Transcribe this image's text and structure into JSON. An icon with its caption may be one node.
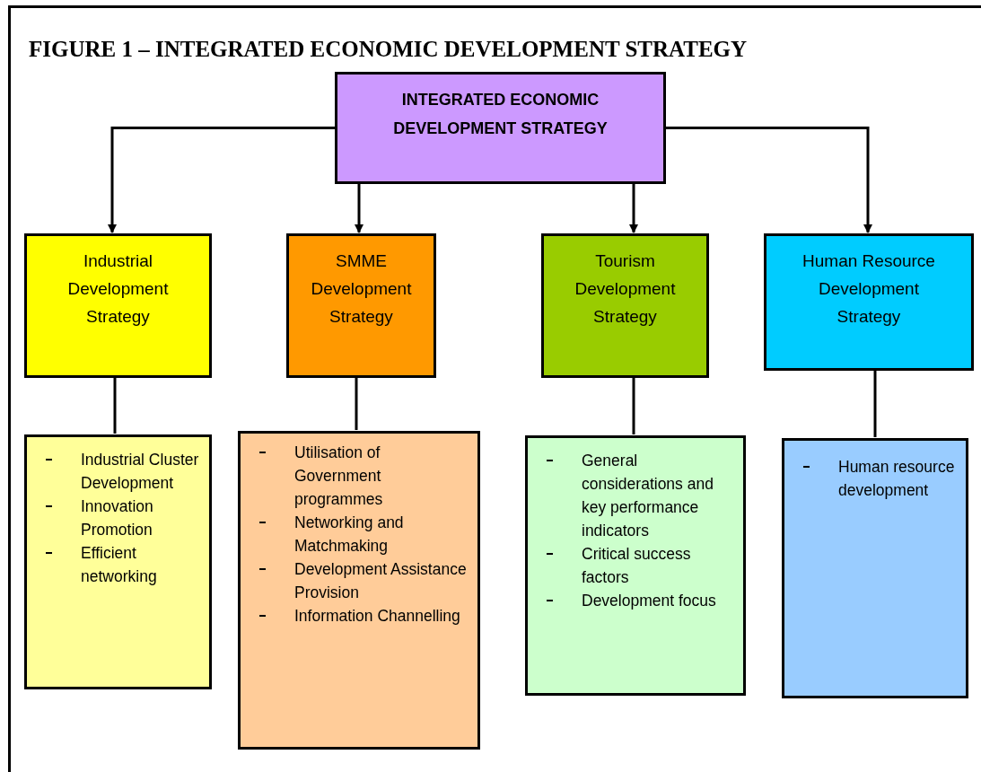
{
  "diagram": {
    "title": "FIGURE 1 – INTEGRATED ECONOMIC DEVELOPMENT STRATEGY",
    "nodes": [
      {
        "text": [
          "INTEGRATED ECONOMIC DEVELOPMENT STRATEGY"
        ]
      },
      {
        "text": [
          "Industrial Development Strategy"
        ]
      },
      {
        "text": [
          "SMME Development Strategy"
        ]
      },
      {
        "text": [
          "Tourism Development Strategy"
        ]
      },
      {
        "text": [
          "Human Resource Development Strategy"
        ]
      },
      {
        "text": [
          "Industrial Cluster Development",
          "Innovation Promotion",
          "Efficient networking"
        ]
      },
      {
        "text": [
          "Utilisation of Government programmes",
          "Networking and Matchmaking",
          "Development Assistance Provision",
          "Information Channelling"
        ]
      },
      {
        "text": [
          "General considerations and key performance indicators",
          "Critical success factors",
          "Development focus"
        ]
      },
      {
        "text": [
          "Human resource development"
        ]
      }
    ],
    "edges": [
      {
        "from": 0,
        "to": 1,
        "arrow": "to"
      },
      {
        "from": 0,
        "to": 2,
        "arrow": "to"
      },
      {
        "from": 0,
        "to": 3,
        "arrow": "to"
      },
      {
        "from": 0,
        "to": 4,
        "arrow": "to"
      },
      {
        "from": 1,
        "to": 5,
        "arrow": "none"
      },
      {
        "from": 2,
        "to": 6,
        "arrow": "none"
      },
      {
        "from": 3,
        "to": 7,
        "arrow": "none"
      },
      {
        "from": 4,
        "to": 8,
        "arrow": "none"
      }
    ]
  }
}
